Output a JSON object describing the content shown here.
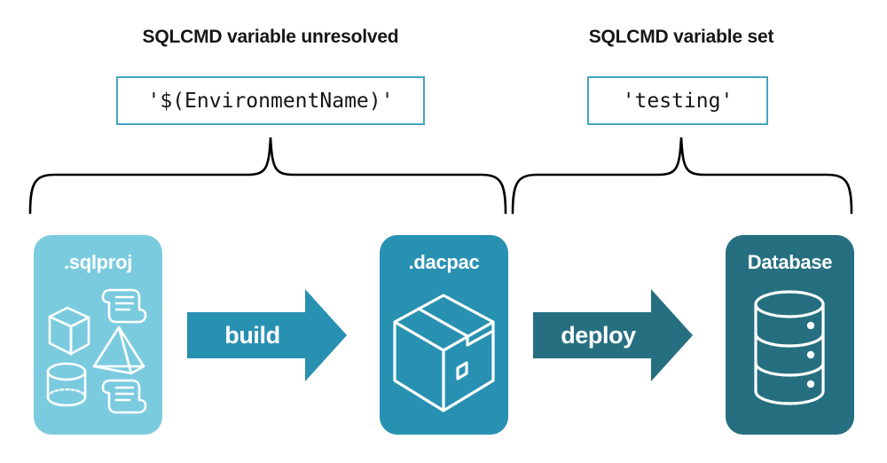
{
  "diagram": {
    "sections": [
      {
        "title": "SQLCMD variable unresolved",
        "code_value": "'$(EnvironmentName)'"
      },
      {
        "title": "SQLCMD variable set",
        "code_value": "'testing'"
      }
    ],
    "cards": [
      {
        "label": ".sqlproj",
        "icon": "project-artifacts-icon",
        "color": "#7bcbdf"
      },
      {
        "label": ".dacpac",
        "icon": "package-box-icon",
        "color": "#2891b2"
      },
      {
        "label": "Database",
        "icon": "database-cylinder-icon",
        "color": "#256f80"
      }
    ],
    "arrows": [
      {
        "label": "build",
        "color": "#2891b2"
      },
      {
        "label": "deploy",
        "color": "#256f80"
      }
    ],
    "colors": {
      "accent_light": "#7bcbdf",
      "accent_mid": "#2891b2",
      "accent_dark": "#256f80",
      "code_border": "#43a5c0",
      "text": "#161616",
      "brace": "#000000",
      "background": "#ffffff"
    }
  }
}
